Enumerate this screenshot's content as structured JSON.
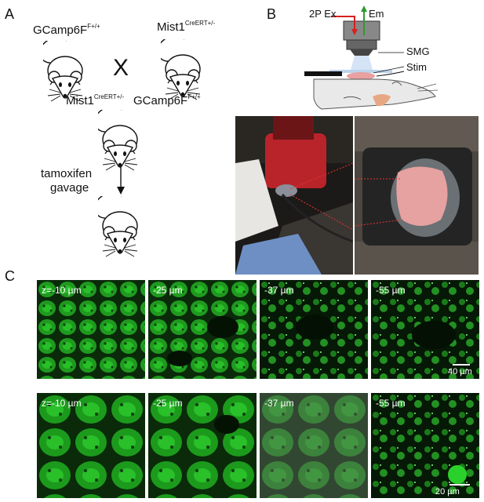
{
  "panels": {
    "a": "A",
    "b": "B",
    "c": "C"
  },
  "panel_a": {
    "parent_left": {
      "name": "GCamp6F",
      "sup": "F+/+"
    },
    "parent_right": {
      "name": "Mist1",
      "sup": "CreERT+/-"
    },
    "cross_symbol": "X",
    "offspring_line1": {
      "name": "Mist1",
      "sup": "CreERT+/-"
    },
    "offspring_line2": {
      "name": "GCamp6F",
      "sup": "F+/+"
    },
    "treatment_line1": "tamoxifen",
    "treatment_line2": "gavage"
  },
  "panel_b": {
    "excitation_label": "2P Ex",
    "emission_label": "Em",
    "gland_label": "SMG",
    "stim_label": "Stim",
    "colors": {
      "excitation": "#d62020",
      "emission": "#2f9a2f",
      "gland": "#e8a0a0"
    }
  },
  "panel_c": {
    "row1_depths": [
      "z=-10 µm",
      "-25 µm",
      "-37 µm",
      "-55 µm"
    ],
    "row2_depths": [
      "z=-10 µm",
      "-25 µm",
      "-37 µm",
      "-55 µm"
    ],
    "row1_scale": "40 µm",
    "row2_scale": "20 µm",
    "colors": {
      "fluorescence": "#2bd12b"
    }
  }
}
